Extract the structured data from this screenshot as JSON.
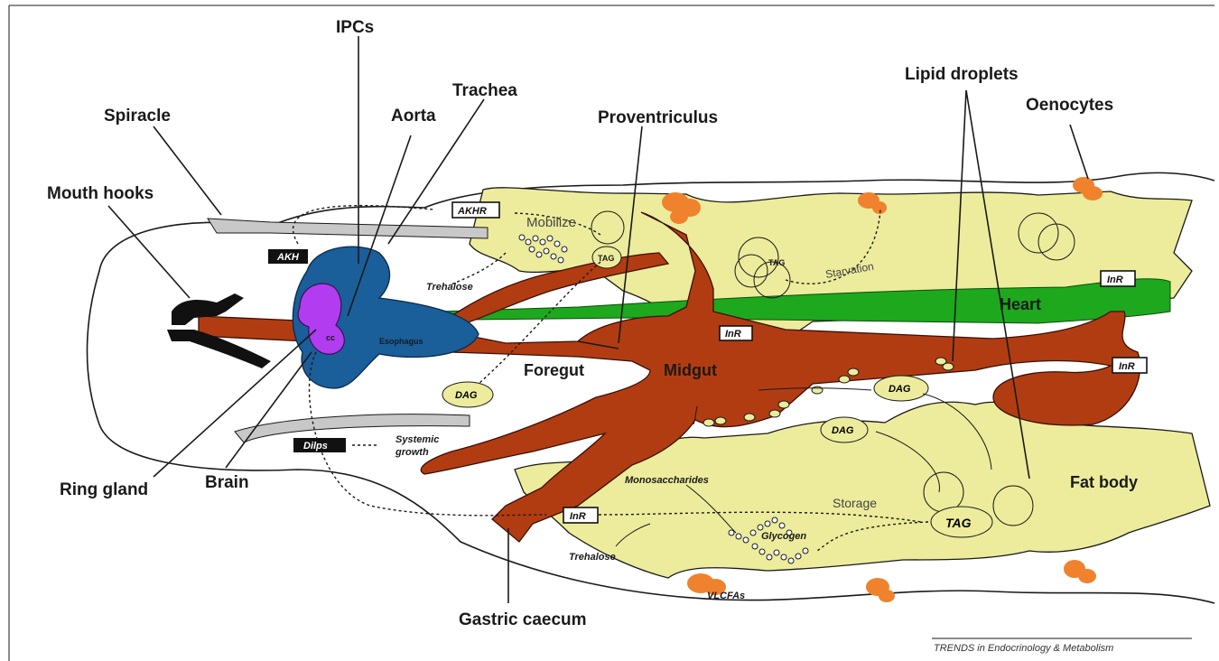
{
  "labels": {
    "ipcs": "IPCs",
    "trachea": "Trachea",
    "aorta": "Aorta",
    "spiracle": "Spiracle",
    "mouth_hooks": "Mouth hooks",
    "proventriculus": "Proventriculus",
    "lipid_droplets": "Lipid droplets",
    "oenocytes": "Oenocytes",
    "ring_gland": "Ring gland",
    "brain": "Brain",
    "gastric_caecum": "Gastric caecum",
    "heart": "Heart",
    "foregut": "Foregut",
    "midgut": "Midgut",
    "fat_body": "Fat body",
    "esophagus": "Esophagus",
    "cc": "cc"
  },
  "boxes": {
    "akh": "AKH",
    "akhr": "AKHR",
    "dilps": "Dilps",
    "inr": "InR"
  },
  "metabolites": {
    "trehalose": "Trehalose",
    "tag": "TAG",
    "dag": "DAG",
    "glycogen": "Glycogen",
    "monosaccharides": "Monosaccharides",
    "vlcfas": "VLCFAs"
  },
  "processes": {
    "mobilize": "Mobilize",
    "starvation": "Starvation",
    "storage": "Storage",
    "systemic_growth_1": "Systemic",
    "systemic_growth_2": "growth"
  },
  "credit": "TRENDS in Endocrinology & Metabolism",
  "colors": {
    "gut": "#b23c12",
    "heart": "#1da81d",
    "brain": "#1a5e9a",
    "ring_gland": "#b23cf0",
    "fat_body": "#ecec9c",
    "oenocytes": "#f0822d",
    "trachea": "#c8c8c8"
  }
}
